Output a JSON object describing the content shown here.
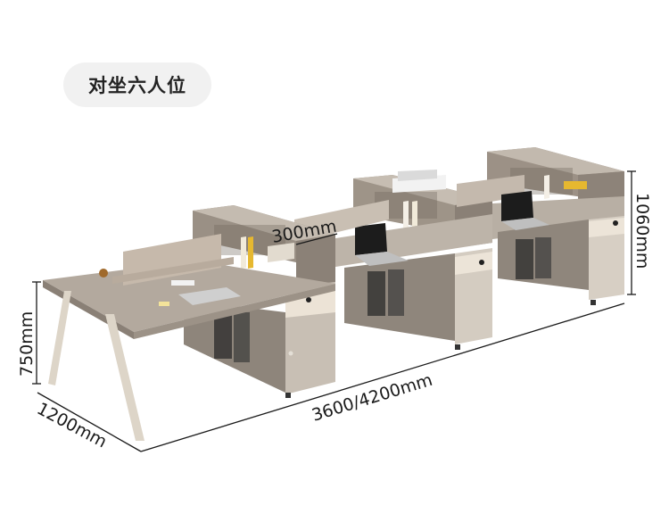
{
  "title": "对坐六人位",
  "dimensions": {
    "length": "3600/4200mm",
    "depth": "1200mm",
    "desk_height": "750mm",
    "total_height": "1060mm",
    "partition_width": "300mm"
  },
  "colors": {
    "wood": "#a89e92",
    "wood_light": "#c8c0b6",
    "wood_dark": "#8b8076",
    "cabinet_front": "#e8dccb",
    "leg": "#d9d2c6",
    "dimension_line": "#1a1a1a"
  },
  "icons": [
    "laptop-icon",
    "printer-icon",
    "book-icon"
  ]
}
